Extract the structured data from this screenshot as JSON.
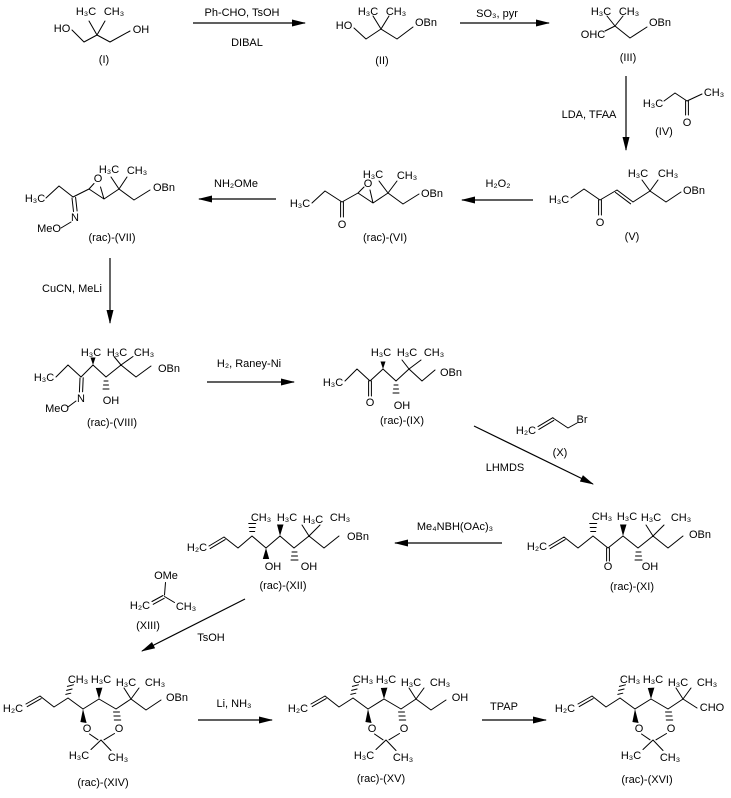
{
  "colors": {
    "ink": "#000000",
    "background": "#ffffff"
  },
  "reagents": {
    "step1a": "Ph-CHO, TsOH",
    "step1b": "DIBAL",
    "step2": "SO₃, pyr",
    "step3": "LDA, TFAA",
    "step4": "H₂O₂",
    "step5": "NH₂OMe",
    "step6": "CuCN, MeLi",
    "step7": "H₂, Raney-Ni",
    "step8": "LHMDS",
    "step9": "Me₄NBH(OAc)₃",
    "step10": "TsOH",
    "step11": "Li, NH₃",
    "step12": "TPAP"
  },
  "compounds": {
    "i": {
      "label": "(I)",
      "ho": "HO",
      "me1": "H₃C",
      "me2": "CH₃",
      "oh": "OH"
    },
    "ii": {
      "label": "(II)",
      "ho": "HO",
      "me1": "H₃C",
      "me2": "CH₃",
      "obn": "OBn"
    },
    "iii": {
      "label": "(III)",
      "ohc": "OHC",
      "me1": "H₃C",
      "me2": "CH₃",
      "obn": "OBn"
    },
    "iv": {
      "label": "(IV)",
      "me_left": "H₃C",
      "me_right": "CH₃",
      "o": "O"
    },
    "v": {
      "label": "(V)",
      "et": "H₃C",
      "o": "O",
      "me1": "H₃C",
      "me2": "CH₃",
      "obn": "OBn"
    },
    "vi": {
      "label": "(rac)-(VI)",
      "et": "H₃C",
      "o_ketone": "O",
      "o_epoxide": "O",
      "me1": "H₃C",
      "me2": "CH₃",
      "obn": "OBn"
    },
    "vii": {
      "label": "(rac)-(VII)",
      "et": "H₃C",
      "n": "N",
      "meo": "MeO",
      "o_epoxide": "O",
      "me1": "H₃C",
      "me2": "CH₃",
      "obn": "OBn"
    },
    "viii": {
      "label": "(rac)-(VIII)",
      "et": "H₃C",
      "n": "N",
      "meo": "MeO",
      "me_wedge": "H₃C",
      "me1": "H₃C",
      "me2": "CH₃",
      "oh": "OH",
      "obn": "OBn"
    },
    "ix": {
      "label": "(rac)-(IX)",
      "et": "H₃C",
      "o": "O",
      "me_wedge": "H₃C",
      "me1": "H₃C",
      "me2": "CH₃",
      "oh": "OH",
      "obn": "OBn"
    },
    "x": {
      "label": "(X)",
      "h2c": "H₂C",
      "br": "Br"
    },
    "xi": {
      "label": "(rac)-(XI)",
      "h2c": "H₂C",
      "me_hash": "CH₃",
      "me_wedge": "H₃C",
      "me1": "H₃C",
      "me2": "CH₃",
      "o": "O",
      "oh": "OH",
      "obn": "OBn"
    },
    "xii": {
      "label": "(rac)-(XII)",
      "h2c": "H₂C",
      "me_hash": "CH₃",
      "oh1": "OH",
      "me_wedge": "H₃C",
      "oh2": "OH",
      "me1": "H₃C",
      "me2": "CH₃",
      "obn": "OBn"
    },
    "xiii": {
      "label": "(XIII)",
      "ome": "OMe",
      "h2c": "H₂C",
      "me": "CH₃"
    },
    "xiv": {
      "label": "(rac)-(XIV)",
      "h2c": "H₂C",
      "me_hash": "CH₃",
      "me_wedge": "H₃C",
      "me1": "H₃C",
      "me2": "CH₃",
      "obn": "OBn",
      "o_left": "O",
      "o_right": "O",
      "ac_me1": "H₃C",
      "ac_me2": "CH₃"
    },
    "xv": {
      "label": "(rac)-(XV)",
      "h2c": "H₂C",
      "me_hash": "CH₃",
      "me_wedge": "H₃C",
      "me1": "H₃C",
      "me2": "CH₃",
      "oh": "OH",
      "o_left": "O",
      "o_right": "O",
      "ac_me1": "H₃C",
      "ac_me2": "CH₃"
    },
    "xvi": {
      "label": "(rac)-(XVI)",
      "h2c": "H₂C",
      "me_hash": "CH₃",
      "me_wedge": "H₃C",
      "me1": "H₃C",
      "me2": "CH₃",
      "cho": "CHO",
      "o_left": "O",
      "o_right": "O",
      "ac_me1": "H₃C",
      "ac_me2": "CH₃"
    }
  }
}
